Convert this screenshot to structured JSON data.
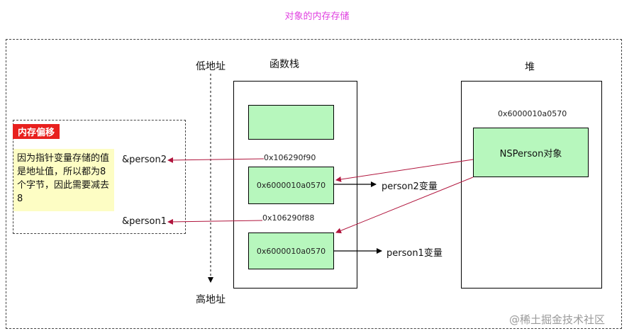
{
  "title": "对象的内存存储",
  "labels": {
    "low_address": "低地址",
    "high_address": "高地址",
    "stack": "函数栈",
    "heap": "堆",
    "heap_address": "0x6000010a0570",
    "object": "NSPerson对象",
    "ptr_addr_1": "0x106290f90",
    "ptr_addr_2": "0x106290f88",
    "cell_value_1": "0x6000010a0570",
    "cell_value_2": "0x6000010a0570",
    "var_person2": "person2变量",
    "var_person1": "person1变量",
    "ref_person2": "&person2",
    "ref_person1": "&person1"
  },
  "offset_note": {
    "tag": "内存偏移",
    "text": "因为指针变量存储的值是地址值，所以都为8个字节，因此需要减去8"
  },
  "watermark": "@稀土掘金技术社区",
  "colors": {
    "title": "#e040e0",
    "green_fill": "#b7f7bd",
    "red_tag": "#e8201e",
    "note_fill": "#fdfdc4",
    "arrow_red": "#b0143c"
  }
}
